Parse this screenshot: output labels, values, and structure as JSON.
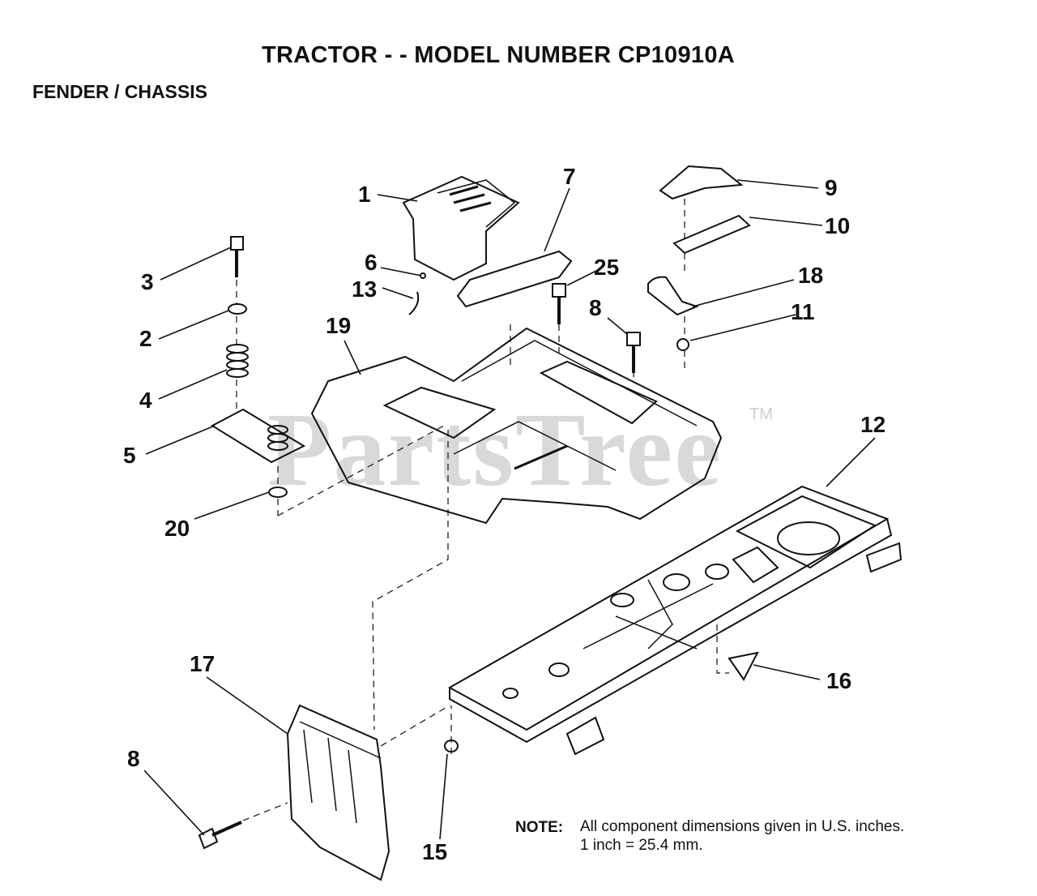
{
  "header": {
    "title": "TRACTOR - - MODEL NUMBER CP10910A",
    "subtitle": "FENDER / CHASSIS"
  },
  "callouts": {
    "c1": "1",
    "c2": "2",
    "c3": "3",
    "c4": "4",
    "c5": "5",
    "c6": "6",
    "c7": "7",
    "c8a": "8",
    "c8b": "8",
    "c9": "9",
    "c10": "10",
    "c11": "11",
    "c12": "12",
    "c13": "13",
    "c15": "15",
    "c16": "16",
    "c17": "17",
    "c18": "18",
    "c19": "19",
    "c20": "20",
    "c25": "25"
  },
  "note": {
    "label": "NOTE:",
    "line1": "All component dimensions given in U.S. inches.",
    "line2": "1 inch = 25.4 mm."
  },
  "watermark": {
    "text": "PartsTree",
    "tm": "TM"
  },
  "colors": {
    "ink": "#111111",
    "watermark": "#d9d9d9",
    "background": "#ffffff"
  }
}
